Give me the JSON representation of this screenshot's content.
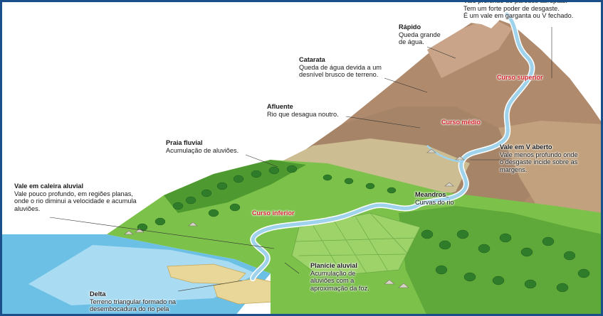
{
  "labels": {
    "vale_v_fechado": {
      "description": "Vale profundo de paredes abruptas.\nTem um forte poder de desgaste.\nÉ um vale em garganta ou V fechado."
    },
    "rapido": {
      "title": "Rápido",
      "description": "Queda grande\nde água."
    },
    "catarata": {
      "title": "Catarata",
      "description": "Queda de água devida a um\ndesnível brusco de terreno."
    },
    "afluente": {
      "title": "Afluente",
      "description": "Rio que desagua noutro."
    },
    "praia_fluvial": {
      "title": "Praia fluvial",
      "description": "Acumulação de aluviões."
    },
    "vale_caleira": {
      "title": "Vale em caleira aluvial",
      "description": "Vale pouco profundo, em regiões planas,\nonde o rio diminui a velocidade e acumula\naluviões."
    },
    "vale_v_aberto": {
      "title": "Vale em V aberto",
      "description": "Vale menos profundo onde\no desgaste incide sobre as\nmargens."
    },
    "meandros": {
      "title": "Meandros",
      "description": "Curvas do rio"
    },
    "planicie": {
      "title": "Planície aluvial",
      "description": "Acumulação de\naluviões com a\naproximação da foz."
    },
    "delta": {
      "title": "Delta",
      "description": "Terreno triangular formado na\ndesembocadura do rio pela"
    }
  },
  "courses": {
    "superior": "Curso superior",
    "medio": "Curso médio",
    "inferior": "Curso inferior"
  },
  "colors": {
    "frame": "#1b4f8a",
    "river": "#9fd3ec",
    "sea": "#6cc0e6",
    "course_text": "#d2232a"
  }
}
